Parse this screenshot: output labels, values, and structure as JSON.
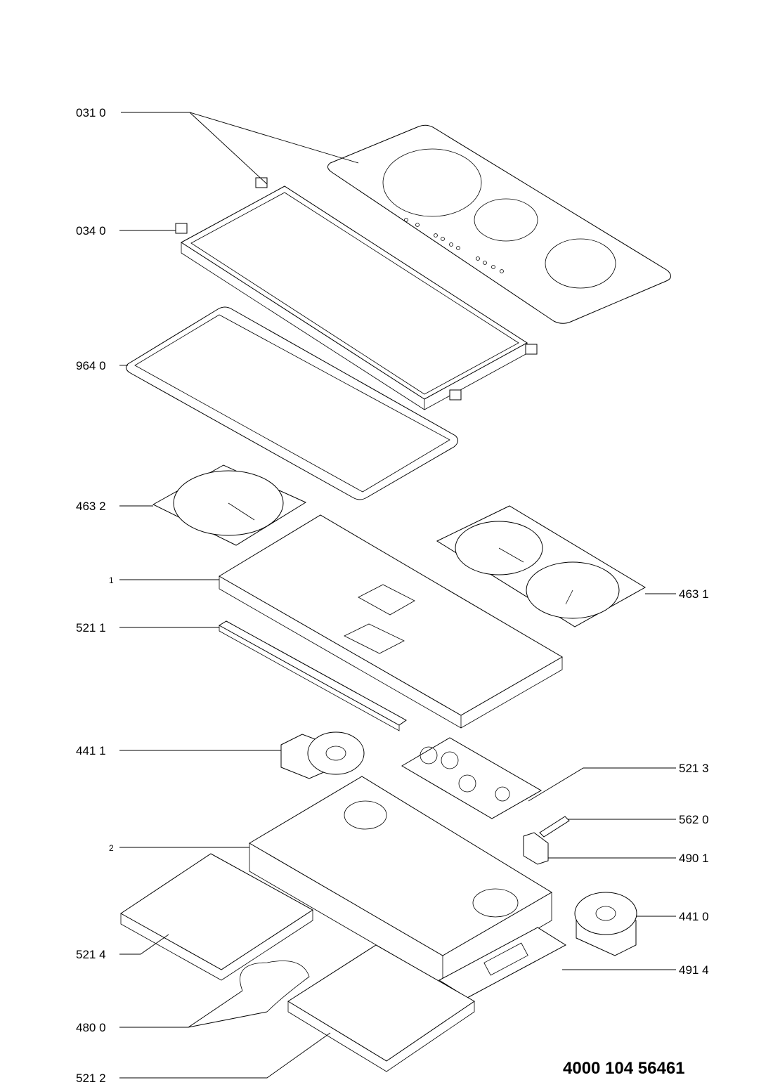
{
  "diagram": {
    "type": "exploded-parts-diagram",
    "document_code": "4000 104 56461",
    "callouts_left": [
      {
        "id": "031 0"
      },
      {
        "id": "034 0"
      },
      {
        "id": "964 0"
      },
      {
        "id": "463 2"
      },
      {
        "id": "1"
      },
      {
        "id": "521 1"
      },
      {
        "id": "441 1"
      },
      {
        "id": "2"
      },
      {
        "id": "521 4"
      },
      {
        "id": "480 0"
      },
      {
        "id": "521 2"
      }
    ],
    "callouts_right": [
      {
        "id": "463 1"
      },
      {
        "id": "521 3"
      },
      {
        "id": "562 0"
      },
      {
        "id": "490 1"
      },
      {
        "id": "441 0"
      },
      {
        "id": "491 4"
      }
    ]
  }
}
